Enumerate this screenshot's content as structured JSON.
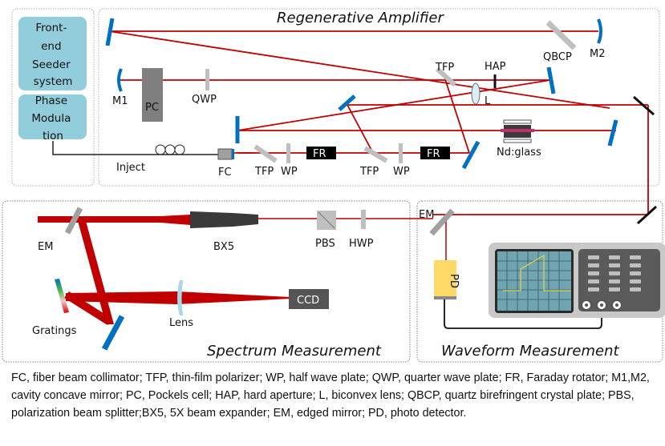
{
  "sections": {
    "regen_title": "Regenerative Amplifier",
    "spectrum_title": "Spectrum Measurement",
    "waveform_title": "Waveform Measurement"
  },
  "seeder": {
    "box1_lines": [
      "Front-",
      "end",
      "Seeder",
      "system"
    ],
    "box2_lines": [
      "Phase",
      "Modula",
      "tion"
    ],
    "inject_label": "Inject"
  },
  "labels": {
    "m1": "M1",
    "pc": "PC",
    "qwp": "QWP",
    "tfp_top": "TFP",
    "hap": "HAP",
    "qbcp": "QBCP",
    "m2": "M2",
    "l": "L",
    "nd_glass": "Nd:glass",
    "fc": "FC",
    "tfp1": "TFP",
    "wp1": "WP",
    "fr1": "FR",
    "tfp2": "TFP",
    "wp2": "WP",
    "fr2": "FR",
    "em_left": "EM",
    "bx5": "BX5",
    "pbs": "PBS",
    "hwp": "HWP",
    "gratings": "Gratings",
    "lens": "Lens",
    "ccd": "CCD",
    "em_right": "EM",
    "pd": "PD"
  },
  "colors": {
    "beam": "#c00000",
    "mirror": "#0070c0",
    "seeder_box": "#92cddc",
    "optic_gray": "#bfbfbf",
    "pc_gray": "#7f7f7f",
    "dark": "#404040",
    "lens_blue": "#a6d8e6",
    "pd_yellow": "#ffd966",
    "scope_screen": "#6fa4b0",
    "trace": "#e8d44d"
  },
  "caption": "FC, fiber beam collimator; TFP, thin-film polarizer; WP, half wave plate; QWP, quarter wave plate; FR, Faraday rotator; M1,M2, cavity concave mirror; PC, Pockels cell; HAP, hard aperture; L, biconvex lens; QBCP, quartz birefringent crystal plate; PBS, polarization beam splitter;BX5, 5X beam expander; EM, edged mirror; PD, photo detector."
}
